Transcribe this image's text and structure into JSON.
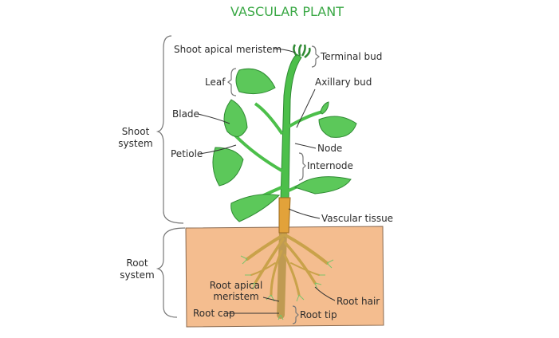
{
  "title": "VASCULAR PLANT",
  "labels": {
    "shoot_apical_meristem": "Shoot apical meristem",
    "terminal_bud": "Terminal bud",
    "leaf": "Leaf",
    "axillary_bud": "Axillary bud",
    "blade": "Blade",
    "node": "Node",
    "petiole": "Petiole",
    "internode": "Internode",
    "shoot_system_1": "Shoot",
    "shoot_system_2": "system",
    "vascular_tissue": "Vascular tissue",
    "root_system_1": "Root",
    "root_system_2": "system",
    "root_apical_meristem_1": "Root apical",
    "root_apical_meristem_2": "meristem",
    "root_hair": "Root hair",
    "root_cap": "Root cap",
    "root_tip": "Root tip"
  },
  "colors": {
    "title": "#3aa845",
    "leaf": "#5cc85a",
    "stem": "#4cbf4a",
    "soil": "#f4bd8f",
    "root": "#c9a24a"
  }
}
